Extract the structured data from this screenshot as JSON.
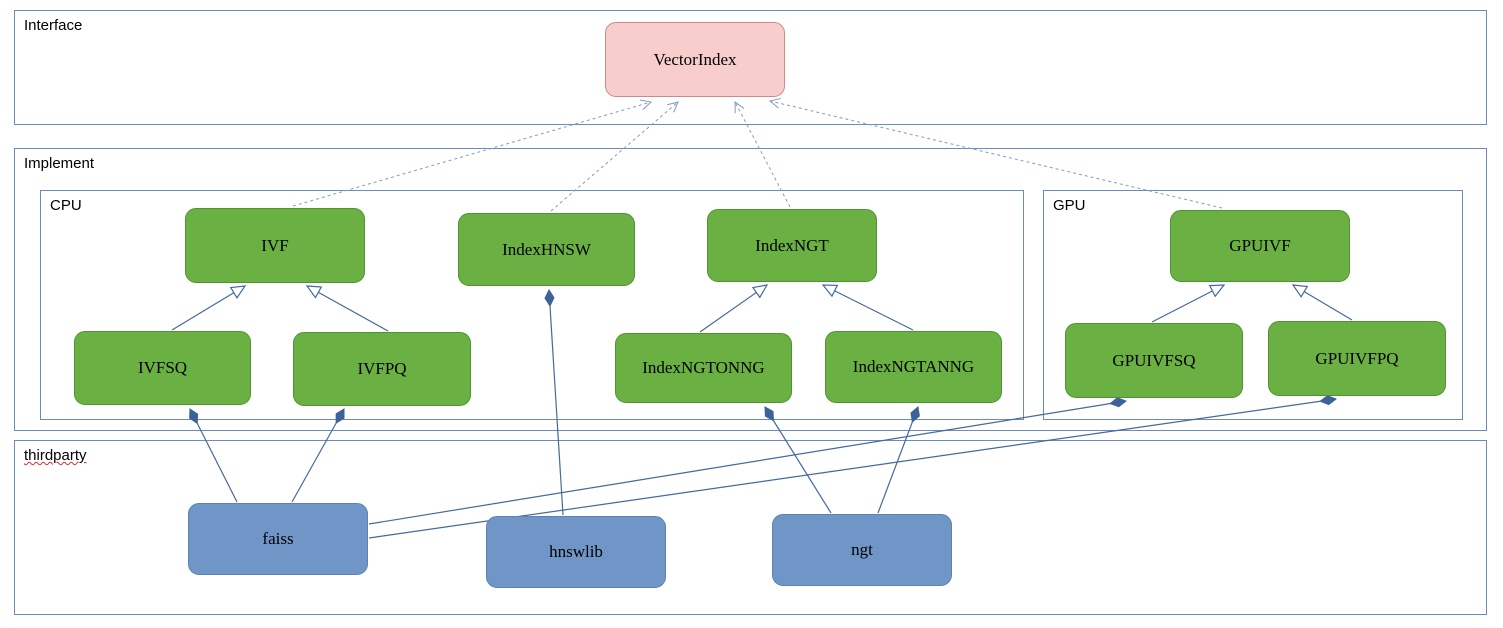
{
  "diagram": {
    "containers": {
      "interface": {
        "label": "Interface"
      },
      "implement": {
        "label": "Implement"
      },
      "cpu": {
        "label": "CPU"
      },
      "gpu": {
        "label": "GPU"
      },
      "thirdparty": {
        "label": "thirdparty"
      }
    },
    "nodes": {
      "vectorindex": {
        "label": "VectorIndex",
        "group": "interface",
        "kind": "interface"
      },
      "ivf": {
        "label": "IVF",
        "group": "cpu",
        "kind": "class"
      },
      "indexhnsw": {
        "label": "IndexHNSW",
        "group": "cpu",
        "kind": "class"
      },
      "indexngt": {
        "label": "IndexNGT",
        "group": "cpu",
        "kind": "class"
      },
      "ivfsq": {
        "label": "IVFSQ",
        "group": "cpu",
        "kind": "class"
      },
      "ivfpq": {
        "label": "IVFPQ",
        "group": "cpu",
        "kind": "class"
      },
      "indexngtonng": {
        "label": "IndexNGTONNG",
        "group": "cpu",
        "kind": "class"
      },
      "indexngtanng": {
        "label": "IndexNGTANNG",
        "group": "cpu",
        "kind": "class"
      },
      "gpuivf": {
        "label": "GPUIVF",
        "group": "gpu",
        "kind": "class"
      },
      "gpuivfsq": {
        "label": "GPUIVFSQ",
        "group": "gpu",
        "kind": "class"
      },
      "gpuivfpq": {
        "label": "GPUIVFPQ",
        "group": "gpu",
        "kind": "class"
      },
      "faiss": {
        "label": "faiss",
        "group": "thirdparty",
        "kind": "library"
      },
      "hnswlib": {
        "label": "hnswlib",
        "group": "thirdparty",
        "kind": "library"
      },
      "ngt": {
        "label": "ngt",
        "group": "thirdparty",
        "kind": "library"
      }
    },
    "edges": [
      {
        "from": "IVF",
        "to": "VectorIndex",
        "type": "realization",
        "style": "dashed-open-arrow"
      },
      {
        "from": "IndexHNSW",
        "to": "VectorIndex",
        "type": "realization",
        "style": "dashed-open-arrow"
      },
      {
        "from": "IndexNGT",
        "to": "VectorIndex",
        "type": "realization",
        "style": "dashed-open-arrow"
      },
      {
        "from": "GPUIVF",
        "to": "VectorIndex",
        "type": "realization",
        "style": "dashed-open-arrow"
      },
      {
        "from": "IVFSQ",
        "to": "IVF",
        "type": "inheritance",
        "style": "solid-hollow-triangle"
      },
      {
        "from": "IVFPQ",
        "to": "IVF",
        "type": "inheritance",
        "style": "solid-hollow-triangle"
      },
      {
        "from": "IndexNGTONNG",
        "to": "IndexNGT",
        "type": "inheritance",
        "style": "solid-hollow-triangle"
      },
      {
        "from": "IndexNGTANNG",
        "to": "IndexNGT",
        "type": "inheritance",
        "style": "solid-hollow-triangle"
      },
      {
        "from": "GPUIVFSQ",
        "to": "GPUIVF",
        "type": "inheritance",
        "style": "solid-hollow-triangle"
      },
      {
        "from": "GPUIVFPQ",
        "to": "GPUIVF",
        "type": "inheritance",
        "style": "solid-hollow-triangle"
      },
      {
        "from": "faiss",
        "to": "IVFSQ",
        "type": "composition",
        "style": "solid-filled-diamond"
      },
      {
        "from": "faiss",
        "to": "IVFPQ",
        "type": "composition",
        "style": "solid-filled-diamond"
      },
      {
        "from": "faiss",
        "to": "GPUIVFSQ",
        "type": "composition",
        "style": "solid-filled-diamond"
      },
      {
        "from": "faiss",
        "to": "GPUIVFPQ",
        "type": "composition",
        "style": "solid-filled-diamond"
      },
      {
        "from": "hnswlib",
        "to": "IndexHNSW",
        "type": "composition",
        "style": "solid-filled-diamond"
      },
      {
        "from": "ngt",
        "to": "IndexNGTONNG",
        "type": "composition",
        "style": "solid-filled-diamond"
      },
      {
        "from": "ngt",
        "to": "IndexNGTANNG",
        "type": "composition",
        "style": "solid-filled-diamond"
      }
    ],
    "colors": {
      "container_border": "#6a8cba",
      "interface_fill": "#f8cecc",
      "interface_border": "#c98a88",
      "class_fill": "#6ab043",
      "class_border": "#4f9430",
      "library_fill": "#7096c8",
      "library_border": "#5a82b4",
      "edge_solid": "#44699d",
      "edge_dashed": "#7f9cc4",
      "misspell_underline": "#d03030"
    }
  }
}
